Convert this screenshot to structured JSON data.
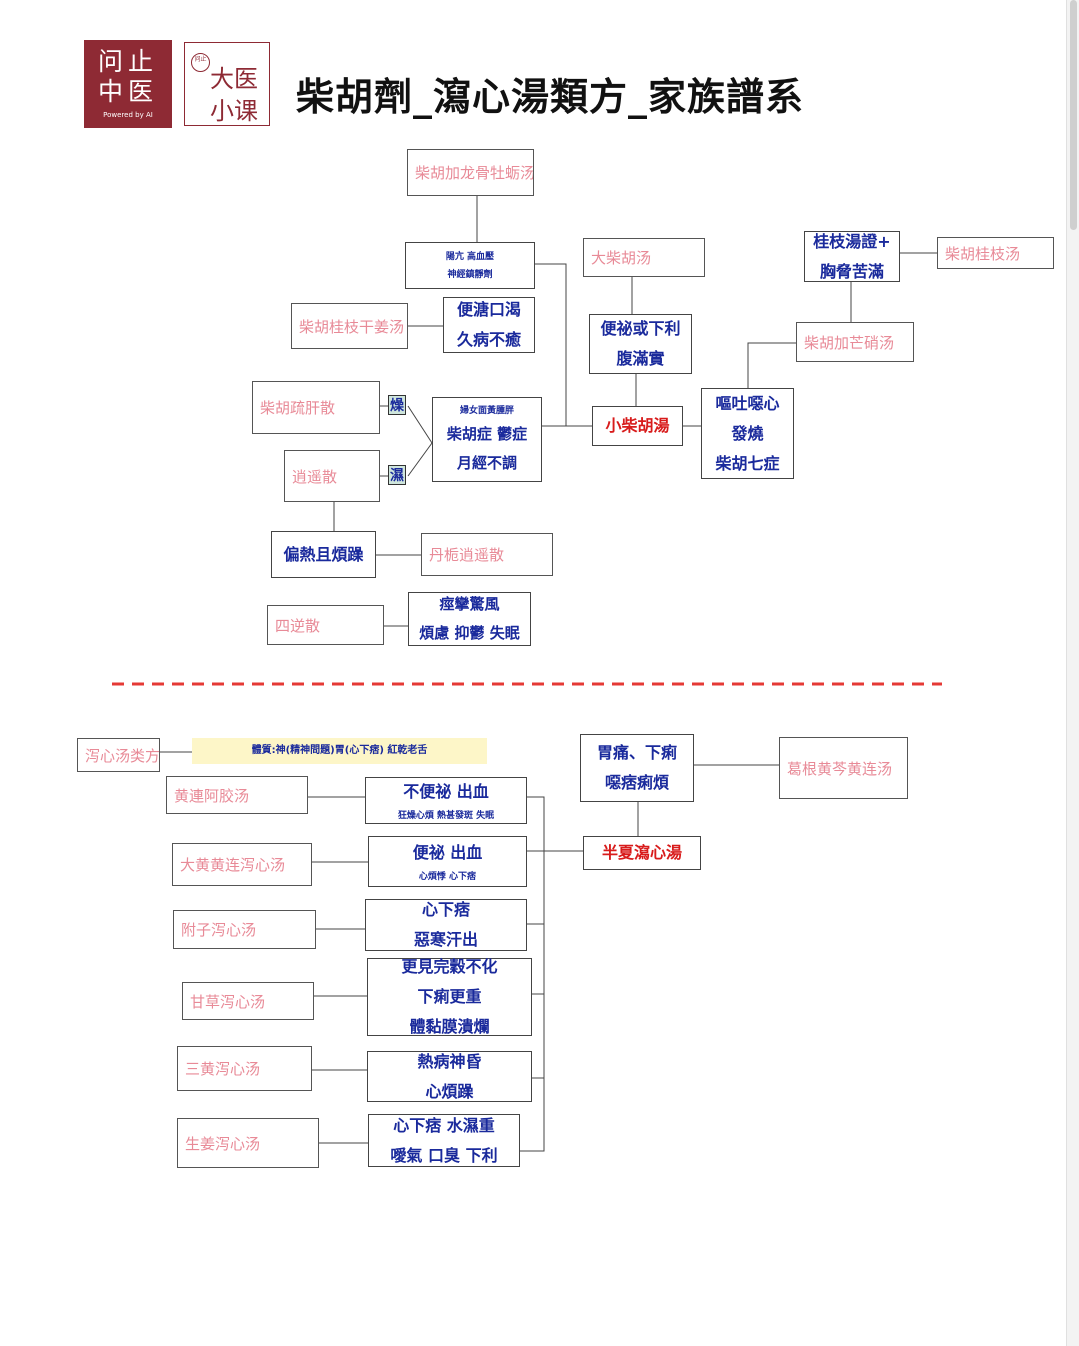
{
  "header": {
    "logo_left": {
      "line1": "问止",
      "line2": "中医",
      "powered": "Powered by AI"
    },
    "logo_right": {
      "seal": "问止",
      "line1": "大医",
      "line2": "小课"
    },
    "title": "柴胡劑_瀉心湯類方_家族譜系"
  },
  "chaihu": {
    "jialonggu": "柴胡加龙骨牡蛎汤",
    "yangkang": [
      "陽亢 高血壓",
      "神經鎮靜劑"
    ],
    "guizhiganjiang": "柴胡桂枝干姜汤",
    "bianyou": [
      "便溏口渴",
      "久病不癒"
    ],
    "dachaihu": "大柴胡汤",
    "bianmi": [
      "便祕或下利",
      "腹滿實"
    ],
    "guizhizheng": [
      "桂枝湯證+",
      "胸脅苦滿"
    ],
    "chaihuguizhi": "柴胡桂枝汤",
    "jiamangxiao": "柴胡加芒硝汤",
    "shugan": "柴胡疏肝散",
    "zao": "燥",
    "shi": "濕",
    "funv": [
      "婦女面黃腫胖",
      "柴胡症 鬱症",
      "月經不調"
    ],
    "xiaochaihu": "小柴胡湯",
    "outu": [
      "嘔吐噁心",
      "發燒",
      "柴胡七症"
    ],
    "xiaoyao": "逍遥散",
    "pianre": "偏熱且煩躁",
    "danzhi": "丹栀逍遥散",
    "sini": "四逆散",
    "jingluan": [
      "痙攣驚風",
      "煩慮 抑鬱 失眠"
    ]
  },
  "xiexin": {
    "group": "泻心汤类方",
    "tizhi": "體質:神(精神問題)胃(心下痞) 紅乾老舌",
    "rows": [
      {
        "formula": "黄連阿胶汤",
        "lines": [
          "不便祕 出血",
          "狂燥心煩 熱甚發斑 失眠"
        ]
      },
      {
        "formula": "大黄黄连泻心汤",
        "lines": [
          "便祕 出血",
          "心煩悸 心下痞"
        ]
      },
      {
        "formula": "附子泻心汤",
        "lines": [
          "心下痞",
          "惡寒汗出"
        ]
      },
      {
        "formula": "甘草泻心汤",
        "lines": [
          "更見完穀不化",
          "下痢更重",
          "體黏膜潰爛"
        ]
      },
      {
        "formula": "三黄泻心汤",
        "lines": [
          "熱病神昏",
          "心煩躁"
        ]
      },
      {
        "formula": "生姜泻心汤",
        "lines": [
          "心下痞 水濕重",
          "噯氣 口臭 下利"
        ]
      }
    ],
    "banxia": "半夏瀉心湯",
    "weitong": [
      "胃痛、下痢",
      "噁痞痢煩"
    ],
    "gegen": "葛根黄芩黄连汤"
  },
  "colors": {
    "logo": "#8e2a34",
    "node_text": "#1a2a9c",
    "primary_formula": "#d81b1b",
    "handwritten": "#e88a97",
    "divider": "#e53935",
    "highlight": "#fdf6c8",
    "tag_fill": "#cfe6dd"
  }
}
